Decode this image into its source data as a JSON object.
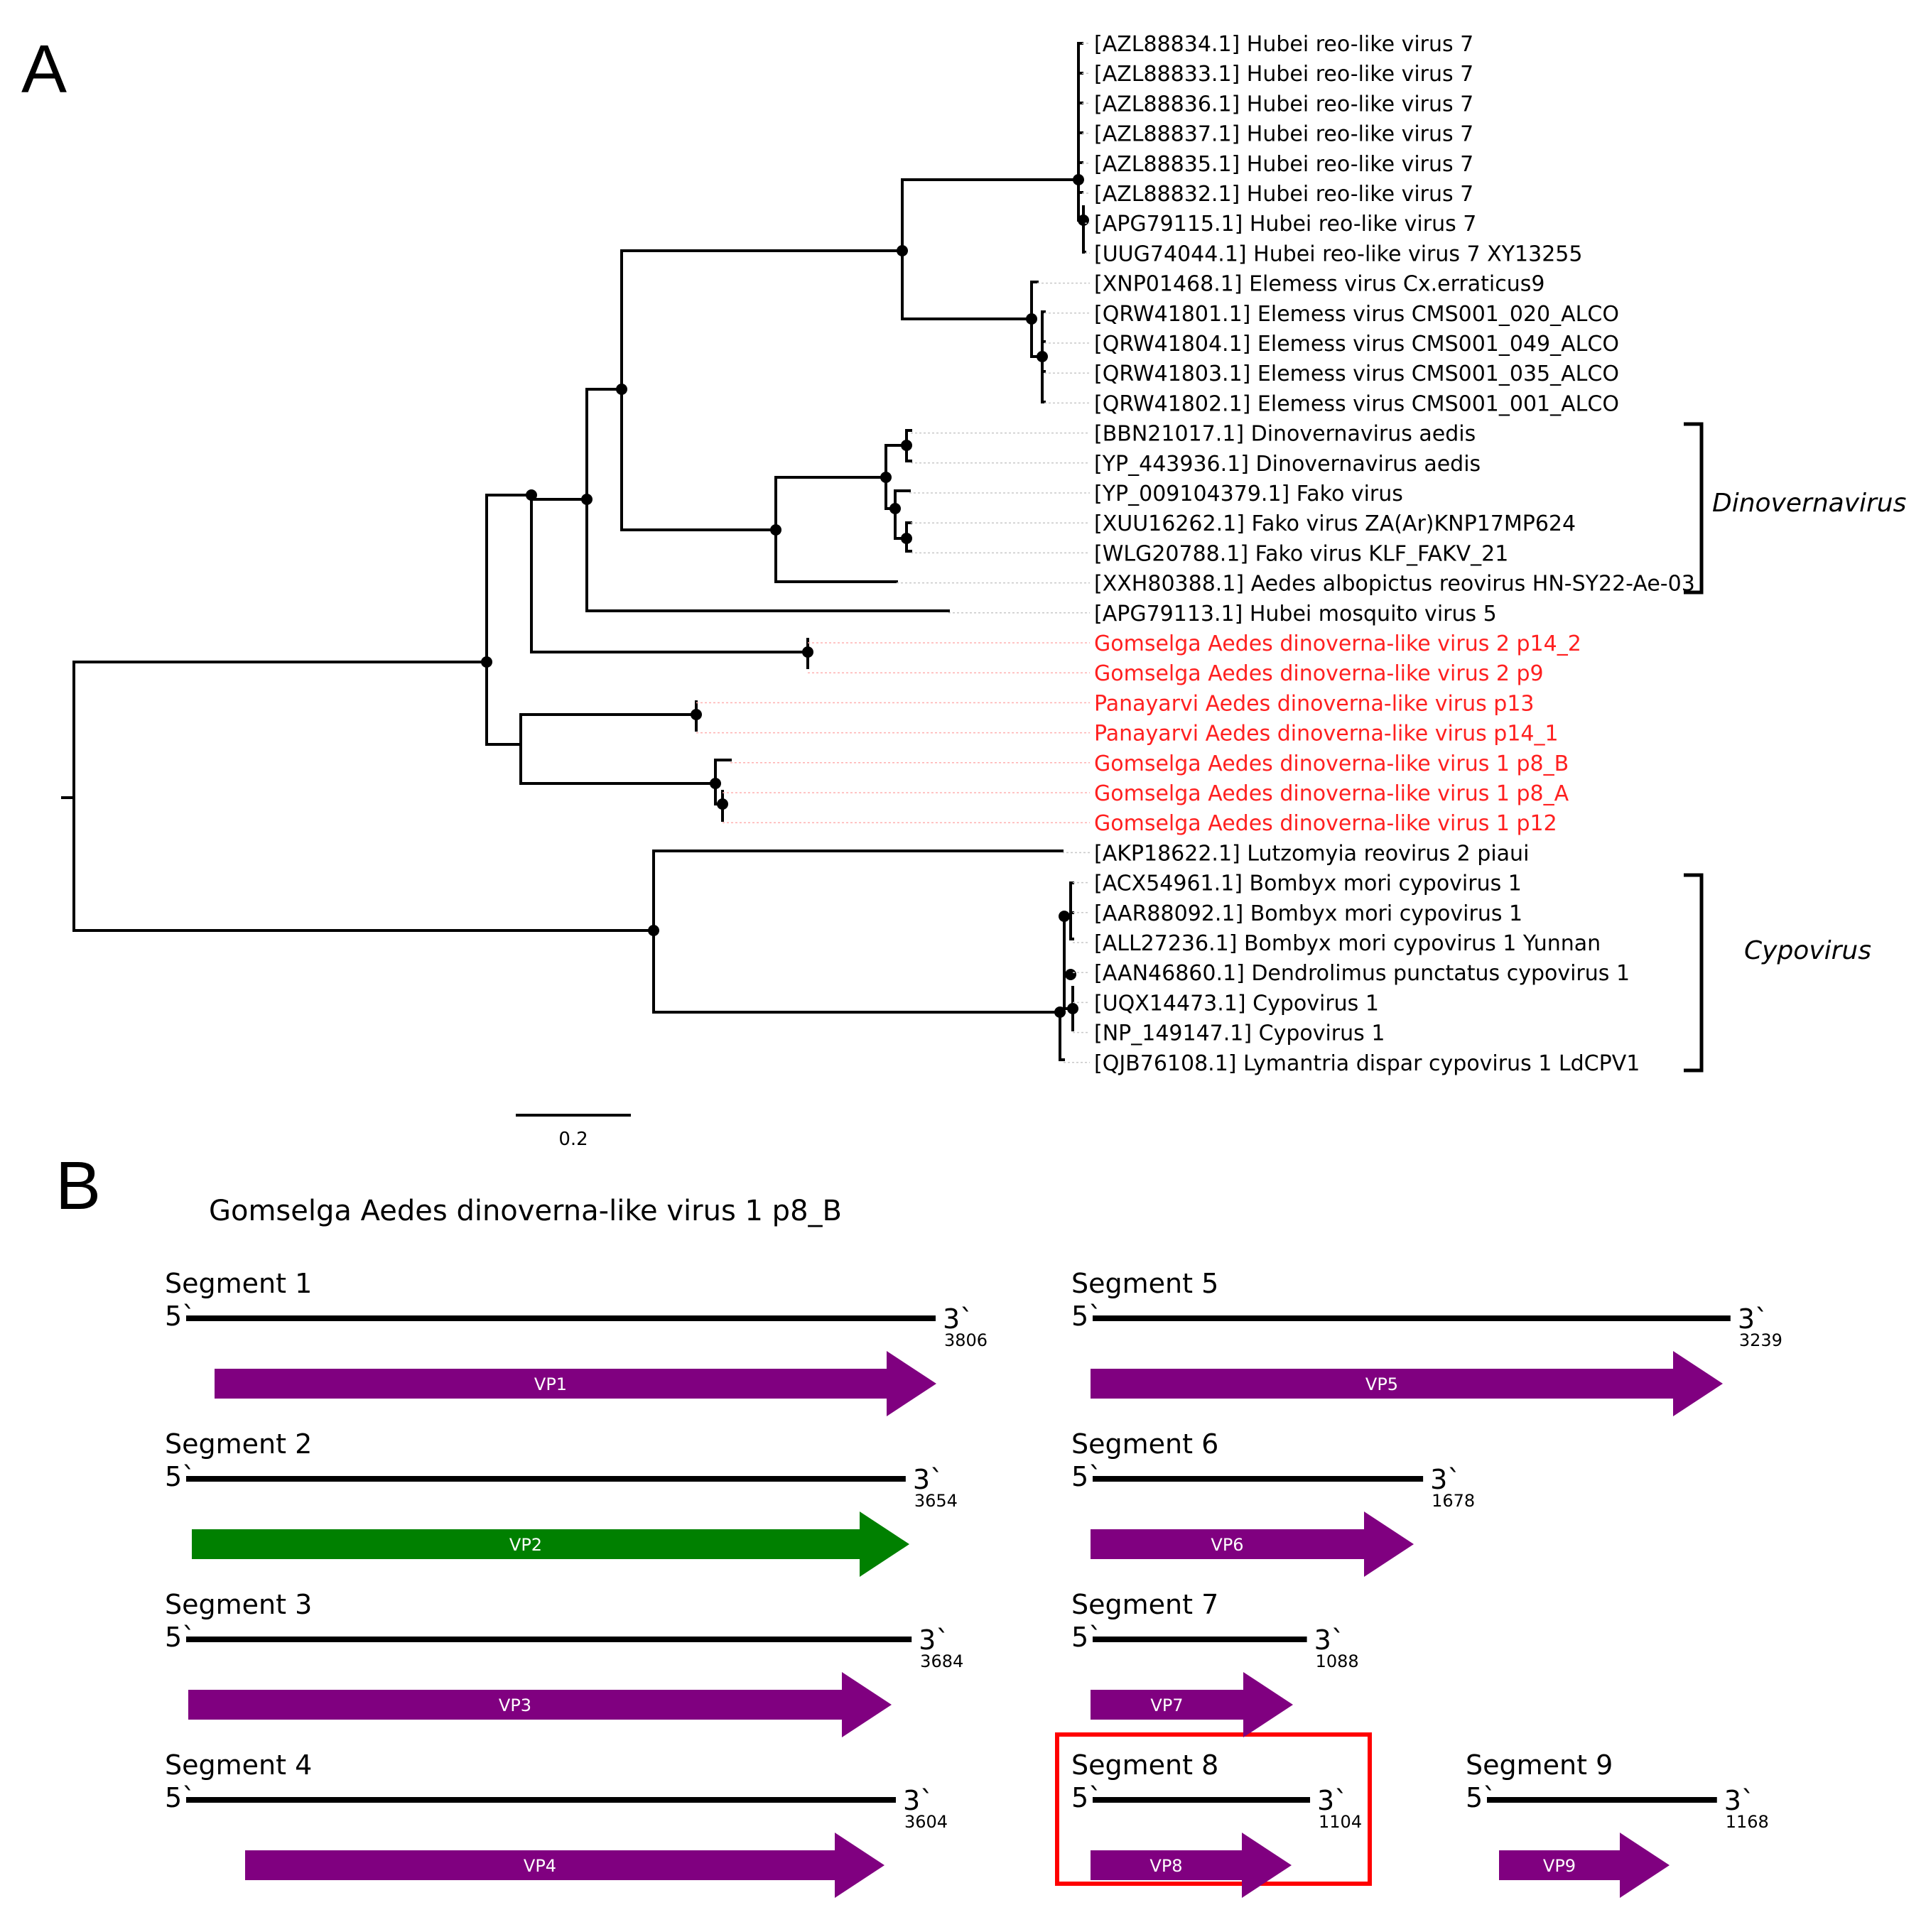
{
  "panels": {
    "a": "A",
    "b": "B"
  },
  "colors": {
    "highlight_tip": "#ff2020",
    "protein_default": "#800080",
    "protein_vp2": "#008000",
    "highlight_box": "#ff0000",
    "leader_default": "#c8c8c8",
    "leader_highlight": "#ffb0b0"
  },
  "tree": {
    "scale_bar_label": "0.2",
    "scale_bar_value": 0.2,
    "tips": [
      {
        "label": "[AZL88834.1] Hubei reo-like virus 7",
        "highlight": false
      },
      {
        "label": "[AZL88833.1] Hubei reo-like virus 7",
        "highlight": false
      },
      {
        "label": "[AZL88836.1] Hubei reo-like virus 7",
        "highlight": false
      },
      {
        "label": "[AZL88837.1] Hubei reo-like virus 7",
        "highlight": false
      },
      {
        "label": "[AZL88835.1] Hubei reo-like virus 7",
        "highlight": false
      },
      {
        "label": "[AZL88832.1] Hubei reo-like virus 7",
        "highlight": false
      },
      {
        "label": "[APG79115.1] Hubei reo-like virus 7",
        "highlight": false
      },
      {
        "label": "[UUG74044.1] Hubei reo-like virus 7 XY13255",
        "highlight": false
      },
      {
        "label": "[XNP01468.1] Elemess virus Cx.erraticus9",
        "highlight": false
      },
      {
        "label": "[QRW41801.1] Elemess virus CMS001_020_ALCO",
        "highlight": false
      },
      {
        "label": "[QRW41804.1] Elemess virus CMS001_049_ALCO",
        "highlight": false
      },
      {
        "label": "[QRW41803.1] Elemess virus CMS001_035_ALCO",
        "highlight": false
      },
      {
        "label": "[QRW41802.1] Elemess virus CMS001_001_ALCO",
        "highlight": false
      },
      {
        "label": "[BBN21017.1] Dinovernavirus aedis",
        "highlight": false
      },
      {
        "label": "[YP_443936.1] Dinovernavirus aedis",
        "highlight": false
      },
      {
        "label": "[YP_009104379.1] Fako virus",
        "highlight": false
      },
      {
        "label": "[XUU16262.1] Fako virus ZA(Ar)KNP17MP624",
        "highlight": false
      },
      {
        "label": "[WLG20788.1] Fako virus KLF_FAKV_21",
        "highlight": false
      },
      {
        "label": "[XXH80388.1] Aedes albopictus reovirus HN-SY22-Ae-03",
        "highlight": false
      },
      {
        "label": "[APG79113.1] Hubei mosquito virus 5",
        "highlight": false
      },
      {
        "label": "Gomselga Aedes dinoverna-like virus 2 p14_2",
        "highlight": true
      },
      {
        "label": "Gomselga Aedes dinoverna-like virus 2 p9",
        "highlight": true
      },
      {
        "label": "Panayarvi Aedes dinoverna-like virus p13",
        "highlight": true
      },
      {
        "label": "Panayarvi Aedes dinoverna-like virus p14_1",
        "highlight": true
      },
      {
        "label": "Gomselga Aedes dinoverna-like virus 1 p8_B",
        "highlight": true
      },
      {
        "label": "Gomselga Aedes dinoverna-like virus 1 p8_A",
        "highlight": true
      },
      {
        "label": "Gomselga Aedes dinoverna-like virus 1 p12",
        "highlight": true
      },
      {
        "label": "[AKP18622.1] Lutzomyia reovirus 2 piaui",
        "highlight": false
      },
      {
        "label": "[ACX54961.1] Bombyx mori cypovirus 1",
        "highlight": false
      },
      {
        "label": "[AAR88092.1] Bombyx mori cypovirus 1",
        "highlight": false
      },
      {
        "label": "[ALL27236.1] Bombyx mori cypovirus 1 Yunnan",
        "highlight": false
      },
      {
        "label": "[AAN46860.1] Dendrolimus punctatus cypovirus 1",
        "highlight": false
      },
      {
        "label": "[UQX14473.1] Cypovirus 1",
        "highlight": false
      },
      {
        "label": "[NP_149147.1] Cypovirus 1",
        "highlight": false
      },
      {
        "label": "[QJB76108.1] Lymantria dispar cypovirus 1 LdCPV1",
        "highlight": false
      }
    ],
    "clades": [
      {
        "label": "Dinovernavirus",
        "first_tip": 13,
        "last_tip": 18
      },
      {
        "label": "Cypovirus",
        "first_tip": 28,
        "last_tip": 34
      }
    ]
  },
  "genome": {
    "title": "Gomselga Aedes dinoverna-like virus 1 p8_B",
    "five_prime": "5`",
    "three_prime": "3`",
    "segments": [
      {
        "label": "Segment 1",
        "length": 3806,
        "length_label": "3806",
        "protein": "VP1",
        "highlighted": false
      },
      {
        "label": "Segment 2",
        "length": 3654,
        "length_label": "3654",
        "protein": "VP2",
        "highlighted": false
      },
      {
        "label": "Segment 3",
        "length": 3684,
        "length_label": "3684",
        "protein": "VP3",
        "highlighted": false
      },
      {
        "label": "Segment 4",
        "length": 3604,
        "length_label": "3604",
        "protein": "VP4",
        "highlighted": false
      },
      {
        "label": "Segment 5",
        "length": 3239,
        "length_label": "3239",
        "protein": "VP5",
        "highlighted": false
      },
      {
        "label": "Segment 6",
        "length": 1678,
        "length_label": "1678",
        "protein": "VP6",
        "highlighted": false
      },
      {
        "label": "Segment 7",
        "length": 1088,
        "length_label": "1088",
        "protein": "VP7",
        "highlighted": false
      },
      {
        "label": "Segment 8",
        "length": 1104,
        "length_label": "1104",
        "protein": "VP8",
        "highlighted": true
      },
      {
        "label": "Segment 9",
        "length": 1168,
        "length_label": "1168",
        "protein": "VP9",
        "highlighted": false
      }
    ]
  }
}
